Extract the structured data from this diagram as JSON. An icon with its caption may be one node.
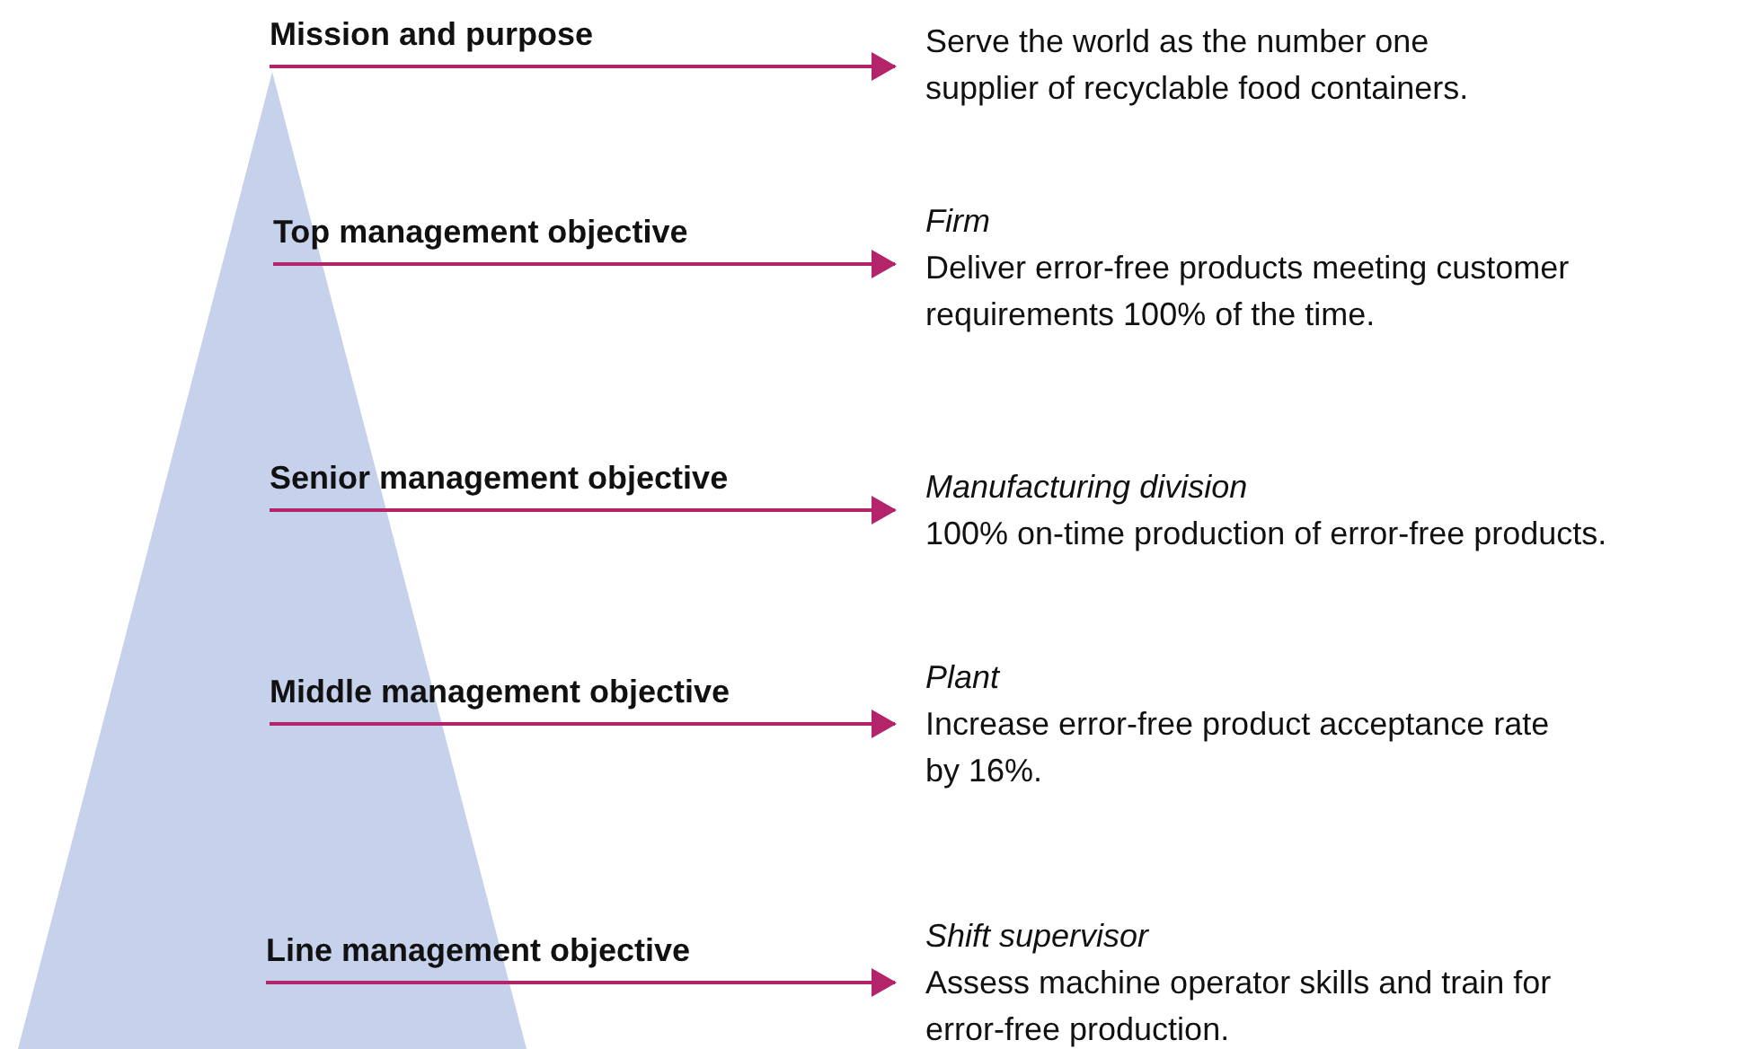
{
  "diagram": {
    "nodes": [
      {
        "text": [
          "Mission and purpose"
        ]
      },
      {
        "text": [
          "Serve the world as the number one supplier of recyclable food containers."
        ]
      },
      {
        "text": [
          "Top management objective"
        ]
      },
      {
        "text": [
          "Firm",
          "Deliver error-free products meeting customer requirements 100% of the time."
        ]
      },
      {
        "text": [
          "Senior management objective"
        ]
      },
      {
        "text": [
          "Manufacturing division",
          "100% on-time production of error-free products."
        ]
      },
      {
        "text": [
          "Middle management objective"
        ]
      },
      {
        "text": [
          "Plant",
          "Increase error-free product acceptance rate by 16%."
        ]
      },
      {
        "text": [
          "Line management objective"
        ]
      },
      {
        "text": [
          "Shift supervisor",
          "Assess machine operator skills and train for error-free production."
        ]
      }
    ],
    "edges": [
      {
        "from": 0,
        "to": 1,
        "arrow": "to"
      },
      {
        "from": 2,
        "to": 3,
        "arrow": "to"
      },
      {
        "from": 4,
        "to": 5,
        "arrow": "to"
      },
      {
        "from": 6,
        "to": 7,
        "arrow": "to"
      },
      {
        "from": 8,
        "to": 9,
        "arrow": "to"
      }
    ]
  }
}
